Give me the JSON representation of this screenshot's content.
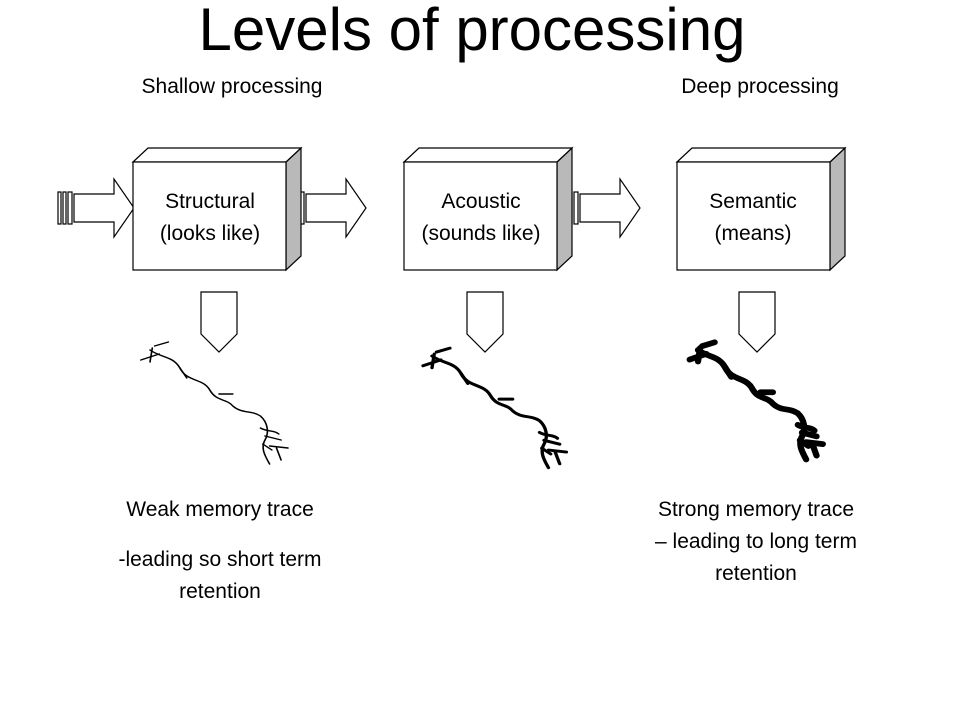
{
  "title": "Levels of processing",
  "scale_labels": {
    "left": "Shallow processing",
    "right": "Deep processing"
  },
  "stages": [
    {
      "line1": "Structural",
      "line2": "(looks like)"
    },
    {
      "line1": "Acoustic",
      "line2": "(sounds like)"
    },
    {
      "line1": "Semantic",
      "line2": "(means)"
    }
  ],
  "outcomes": {
    "weak_title": "Weak memory trace",
    "weak_body": "-leading so short term\nretention",
    "strong_body": "Strong memory trace\n– leading to long term\nretention"
  },
  "colors": {
    "box_side": "#b9b9b9",
    "line": "#000000",
    "fill": "#ffffff"
  }
}
